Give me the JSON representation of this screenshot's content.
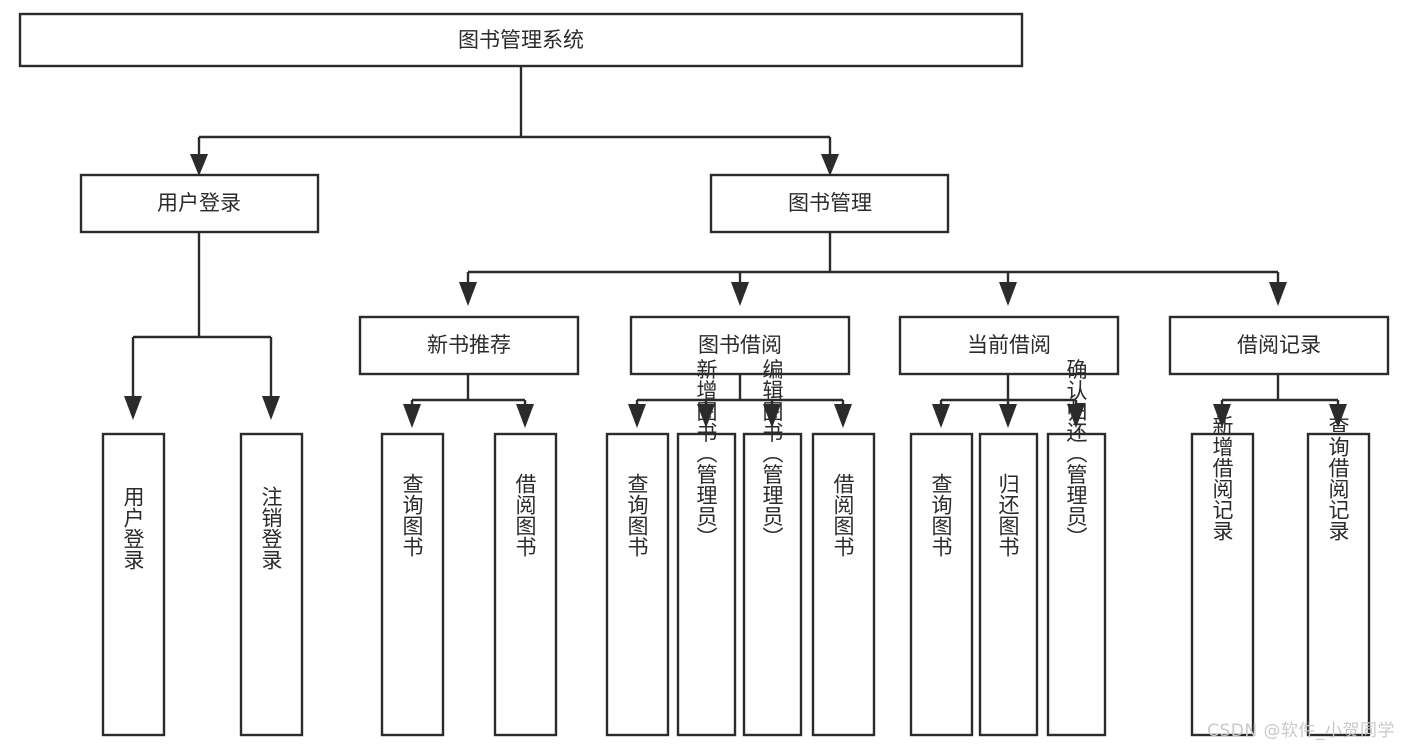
{
  "diagram": {
    "type": "tree-hierarchy",
    "orientation": "top-down",
    "root": {
      "id": "root",
      "label": "图书管理系统"
    },
    "level1": [
      {
        "id": "user-login",
        "label": "用户登录"
      },
      {
        "id": "book-manage",
        "label": "图书管理"
      }
    ],
    "level2": [
      {
        "id": "new-book-recommend",
        "label": "新书推荐",
        "parent": "book-manage"
      },
      {
        "id": "book-borrow",
        "label": "图书借阅",
        "parent": "book-manage"
      },
      {
        "id": "current-borrow",
        "label": "当前借阅",
        "parent": "book-manage"
      },
      {
        "id": "borrow-record",
        "label": "借阅记录",
        "parent": "book-manage"
      }
    ],
    "leaves": [
      {
        "id": "leaf-user-login",
        "label": "用户登录",
        "parent": "user-login"
      },
      {
        "id": "leaf-logout",
        "label": "注销登录",
        "parent": "user-login"
      },
      {
        "id": "leaf-query-book-1",
        "label": "查询图书",
        "parent": "new-book-recommend"
      },
      {
        "id": "leaf-borrow-book-1",
        "label": "借阅图书",
        "parent": "new-book-recommend"
      },
      {
        "id": "leaf-query-book-2",
        "label": "查询图书",
        "parent": "book-borrow"
      },
      {
        "id": "leaf-add-book",
        "label": "新增图书（管理员）",
        "parent": "book-borrow"
      },
      {
        "id": "leaf-edit-book",
        "label": "编辑图书（管理员）",
        "parent": "book-borrow"
      },
      {
        "id": "leaf-borrow-book-2",
        "label": "借阅图书",
        "parent": "book-borrow"
      },
      {
        "id": "leaf-query-book-3",
        "label": "查询图书",
        "parent": "current-borrow"
      },
      {
        "id": "leaf-return-book",
        "label": "归还图书",
        "parent": "current-borrow"
      },
      {
        "id": "leaf-confirm-return",
        "label": "确认归还（管理员）",
        "parent": "current-borrow"
      },
      {
        "id": "leaf-add-record",
        "label": "新增借阅记录",
        "parent": "borrow-record"
      },
      {
        "id": "leaf-query-record",
        "label": "查询借阅记录",
        "parent": "borrow-record"
      }
    ],
    "colors": {
      "stroke": "#2b2b2b",
      "fill": "#ffffff",
      "text": "#2b2b2b",
      "background": "#ffffff",
      "watermark": "#c9c9c9"
    }
  },
  "watermark": {
    "text": "CSDN @软件_小贺同学"
  }
}
